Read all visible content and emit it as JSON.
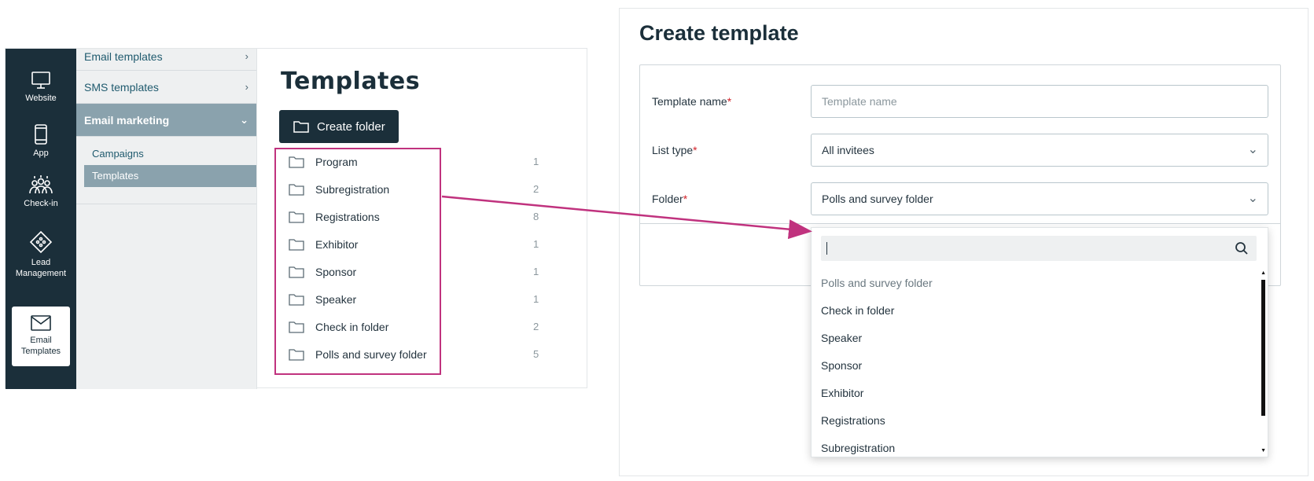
{
  "left": {
    "rail": [
      {
        "label": "Website",
        "icon": "monitor-icon"
      },
      {
        "label": "App",
        "icon": "phone-icon"
      },
      {
        "label": "Check-in",
        "icon": "people-icon"
      },
      {
        "label": "Lead Management",
        "icon": "lead-tag-icon"
      },
      {
        "label": "Email Templates",
        "icon": "envelope-icon",
        "active": true
      }
    ],
    "submenu": {
      "email_templates": "Email templates",
      "sms_templates": "SMS templates",
      "email_marketing": "Email marketing",
      "campaigns": "Campaigns",
      "templates": "Templates"
    },
    "title": "Templates",
    "create_folder": "Create folder",
    "folders": [
      {
        "name": "Program",
        "count": "1"
      },
      {
        "name": "Subregistration",
        "count": "2"
      },
      {
        "name": "Registrations",
        "count": "8"
      },
      {
        "name": "Exhibitor",
        "count": "1"
      },
      {
        "name": "Sponsor",
        "count": "1"
      },
      {
        "name": "Speaker",
        "count": "1"
      },
      {
        "name": "Check in folder",
        "count": "2"
      },
      {
        "name": "Polls and survey folder",
        "count": "5"
      }
    ]
  },
  "right": {
    "title": "Create template",
    "template_name_label": "Template name",
    "template_name_placeholder": "Template name",
    "list_type_label": "List type",
    "list_type_value": "All invitees",
    "folder_label": "Folder",
    "folder_value": "Polls and survey folder",
    "required_mark": "*",
    "dropdown_options": [
      "Polls and survey folder",
      "Check in folder",
      "Speaker",
      "Sponsor",
      "Exhibitor",
      "Registrations",
      "Subregistration"
    ]
  },
  "colors": {
    "rail_bg": "#1b2f3a",
    "submenu_active": "#8aa2ad",
    "highlight": "#c0327e",
    "required": "#d2232a"
  }
}
